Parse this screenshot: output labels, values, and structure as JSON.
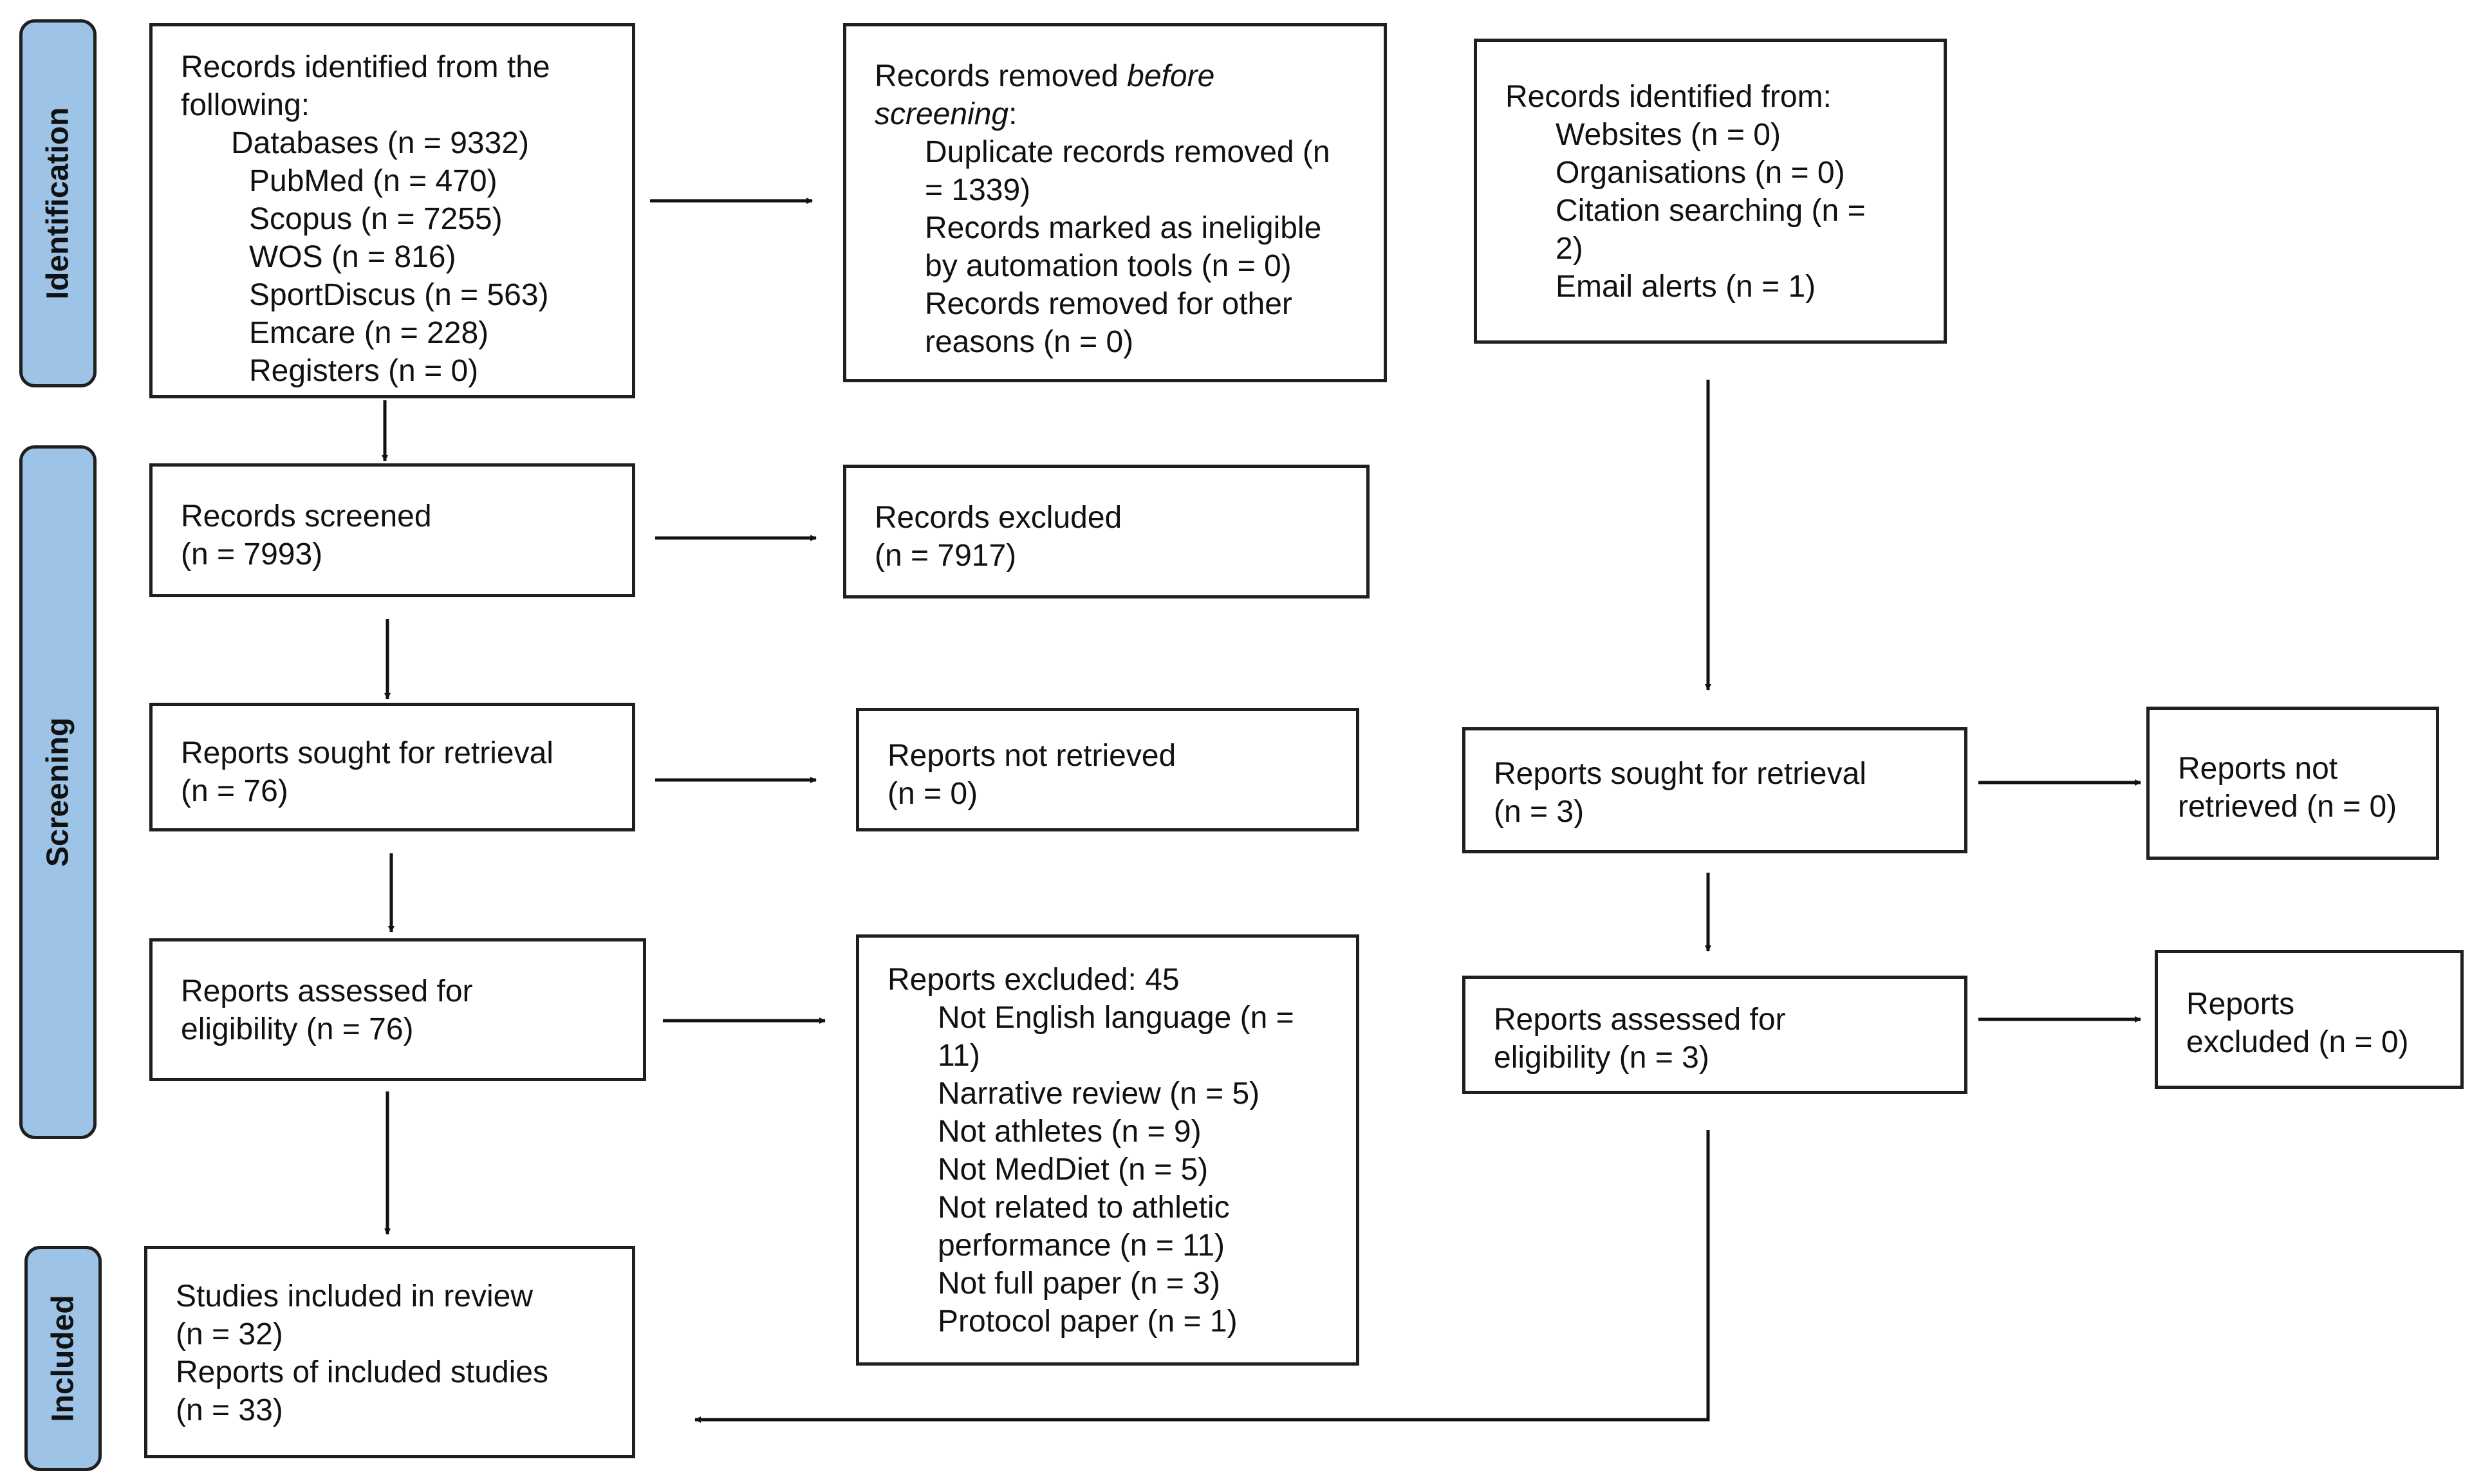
{
  "phases": {
    "identification": "Identification",
    "screening": "Screening",
    "included": "Included"
  },
  "identification": {
    "databases_box": {
      "line1": "Records identified from the",
      "line2": "following:",
      "databases": "Databases (n = 9332)",
      "pubmed": "PubMed (n = 470)",
      "scopus": "Scopus (n = 7255)",
      "wos": "WOS (n = 816)",
      "sportdiscus": "SportDiscus (n = 563)",
      "emcare": "Emcare (n = 228)",
      "registers": "Registers (n = 0)"
    },
    "removed_box": {
      "line1_a": "Records removed ",
      "line1_b": "before",
      "line2_a": "screening",
      "line2_b": ":",
      "dup_1": "Duplicate records removed (n",
      "dup_2": "= 1339)",
      "auto_1": "Records marked as ineligible",
      "auto_2": "by automation tools (n = 0)",
      "other_1": "Records removed for other",
      "other_2": "reasons (n = 0)"
    },
    "other_sources_box": {
      "line1": "Records identified from:",
      "websites": "Websites (n = 0)",
      "organisations": "Organisations (n = 0)",
      "citation_1": "Citation searching (n =",
      "citation_2": "2)",
      "email": "Email alerts (n = 1)"
    }
  },
  "screening": {
    "screened": {
      "line1": "Records screened",
      "line2": "(n = 7993)"
    },
    "excluded": {
      "line1": "Records excluded",
      "line2": "(n = 7917)"
    },
    "sought": {
      "line1": "Reports sought for retrieval",
      "line2": "(n = 76)"
    },
    "not_retrieved": {
      "line1": "Reports not retrieved",
      "line2": "(n = 0)"
    },
    "assessed": {
      "line1": "Reports assessed for",
      "line2": "eligibility (n = 76)"
    },
    "reports_excluded": {
      "line1": "Reports excluded: 45",
      "r1a": "Not English language (n =",
      "r1b": "11)",
      "r2": "Narrative review (n = 5)",
      "r3": "Not athletes (n = 9)",
      "r4": "Not MedDiet (n = 5)",
      "r5a": "Not related to athletic",
      "r5b": "performance (n = 11)",
      "r6": "Not full paper (n = 3)",
      "r7": "Protocol paper (n = 1)"
    },
    "other_sought": {
      "line1": "Reports sought for retrieval",
      "line2": "(n = 3)"
    },
    "other_not_retrieved": {
      "line1": "Reports not",
      "line2": "retrieved (n = 0)"
    },
    "other_assessed": {
      "line1": "Reports assessed for",
      "line2": "eligibility (n = 3)"
    },
    "other_excluded": {
      "line1": "Reports",
      "line2": "excluded (n = 0)"
    }
  },
  "included": {
    "line1": "Studies included in review",
    "line2": "(n = 32)",
    "line3": "Reports of included studies",
    "line4": "(n = 33)"
  }
}
